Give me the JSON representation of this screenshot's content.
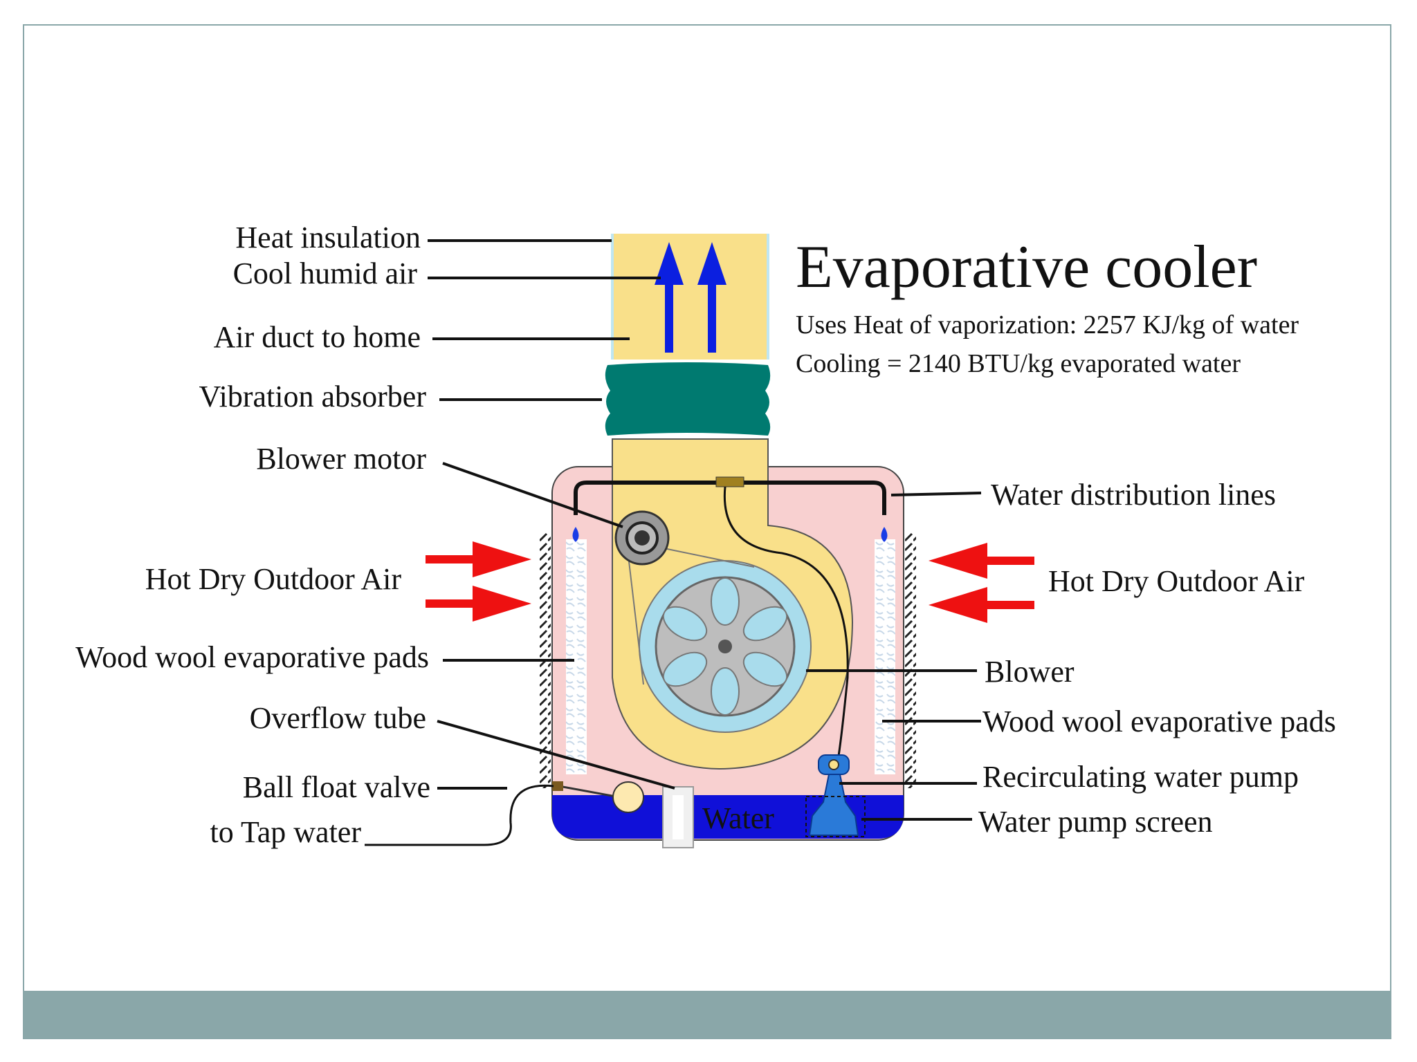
{
  "title": "Evaporative cooler",
  "subtitle_lines": [
    "Uses Heat of vaporization: 2257 KJ/kg of water",
    "Cooling = 2140 BTU/kg evaporated water"
  ],
  "labels_left": {
    "heat_insulation": "Heat insulation",
    "cool_humid_air": "Cool humid air",
    "air_duct": "Air duct to home",
    "vibration_absorber": "Vibration absorber",
    "blower_motor": "Blower motor",
    "hot_dry_air": "Hot Dry Outdoor Air",
    "pads": "Wood wool evaporative pads",
    "overflow_tube": "Overflow tube",
    "ball_float_valve": "Ball float valve",
    "tap_water": "to Tap water"
  },
  "labels_right": {
    "water_distribution": "Water distribution lines",
    "hot_dry_air": "Hot Dry Outdoor Air",
    "blower": "Blower",
    "pads": "Wood wool evaporative pads",
    "pump": "Recirculating water pump",
    "pump_screen": "Water pump screen"
  },
  "water_label": "Water",
  "colors": {
    "duct": "#f9e08a",
    "housing": "#f8d0d0",
    "absorber": "#007a70",
    "water": "#1010d8",
    "cool_arrow": "#0b1fe0",
    "hot_arrow": "#ee1111",
    "blower_ring": "#a9dcec",
    "pump": "#2a7ad8",
    "footer": "#8aa7a9"
  },
  "icons": [
    "cool-air-arrow",
    "hot-air-arrow",
    "water-drop",
    "blower-wheel",
    "motor"
  ]
}
